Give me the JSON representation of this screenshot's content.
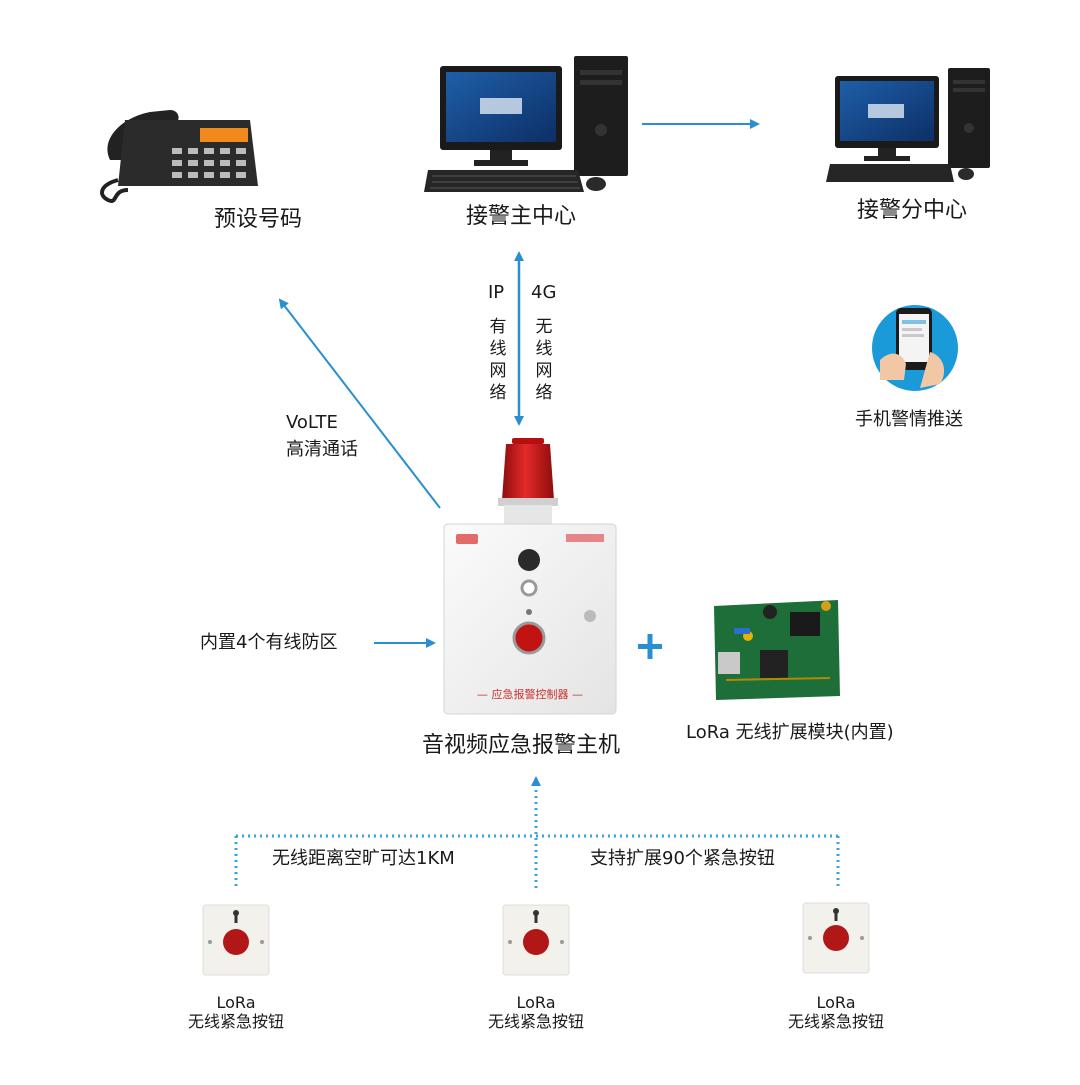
{
  "nodes": {
    "preset_number": "预设号码",
    "main_center": "接警主中心",
    "sub_center": "接警分中心",
    "mobile_push": "手机警情推送",
    "host": "音视频应急报警主机",
    "lora_module": "LoRa 无线扩展模块(内置)",
    "host_panel_label": "— 应急报警控制器 —"
  },
  "links": {
    "ip": "IP",
    "wired": [
      "有",
      "线",
      "网",
      "络"
    ],
    "g4": "4G",
    "wireless": [
      "无",
      "线",
      "网",
      "络"
    ],
    "volte_1": "VoLTE",
    "volte_2": "高清通话",
    "zones": "内置4个有线防区",
    "range": "无线距离空旷可达1KM",
    "expand": "支持扩展90个紧急按钮"
  },
  "buttons": [
    {
      "line1": "LoRa",
      "line2": "无线紧急按钮"
    },
    {
      "line1": "LoRa",
      "line2": "无线紧急按钮"
    },
    {
      "line1": "LoRa",
      "line2": "无线紧急按钮"
    }
  ],
  "colors": {
    "arrow": "#2a8fd0",
    "dotted": "#3aa3d8",
    "plus": "#2a8fd0",
    "beacon": "#d01818",
    "pcb": "#1e6e3a"
  }
}
